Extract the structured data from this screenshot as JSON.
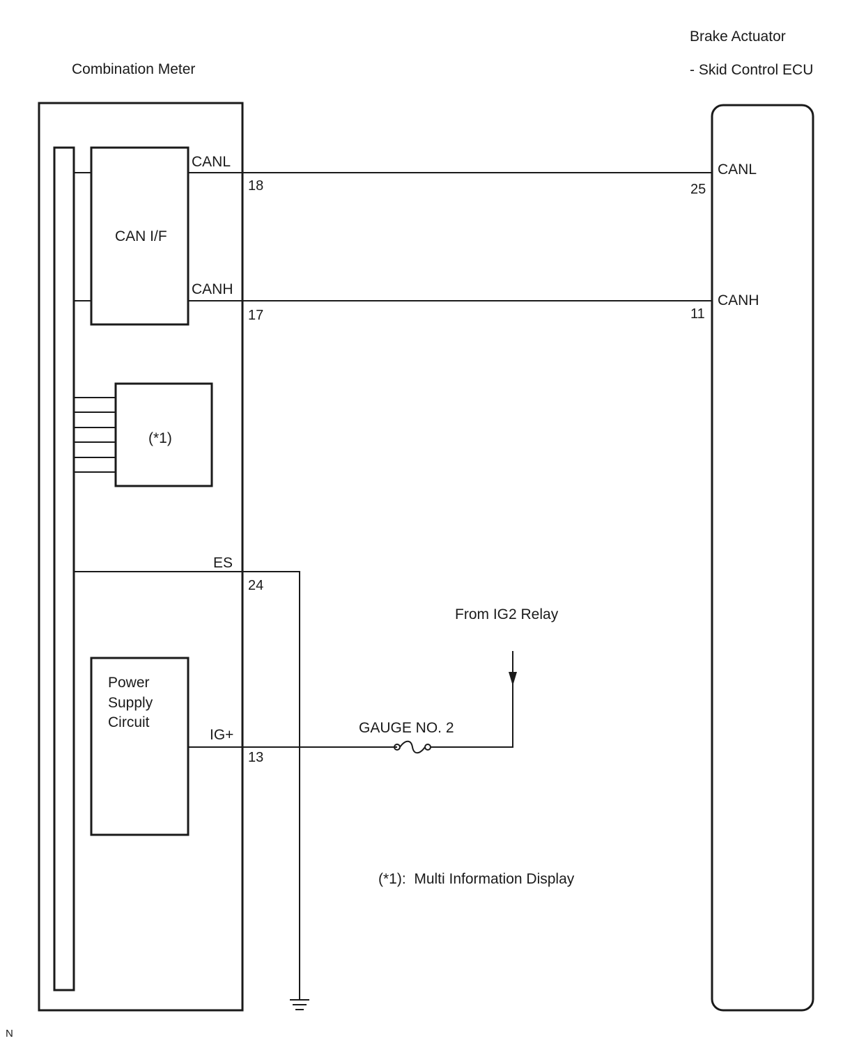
{
  "diagram": {
    "combination_meter": {
      "title": "Combination Meter",
      "can_if_label": "CAN I/F",
      "mid_block_label": "(*1)",
      "power_supply_lines": [
        "Power",
        "Supply",
        "Circuit"
      ]
    },
    "brake_actuator": {
      "title_line1": "Brake Actuator",
      "title_line2": "- Skid Control ECU"
    },
    "connections": {
      "canl": {
        "meter_terminal": "CANL",
        "meter_pin": "18",
        "ecu_pin": "25",
        "ecu_terminal": "CANL"
      },
      "canh": {
        "meter_terminal": "CANH",
        "meter_pin": "17",
        "ecu_pin": "11",
        "ecu_terminal": "CANH"
      },
      "es": {
        "meter_terminal": "ES",
        "meter_pin": "24"
      },
      "ig": {
        "meter_terminal": "IG+",
        "meter_pin": "13",
        "fuse_label": "GAUGE NO. 2",
        "source_label": "From IG2 Relay"
      }
    },
    "footnote": "(*1):  Multi Information Display",
    "corner_mark": "N"
  }
}
